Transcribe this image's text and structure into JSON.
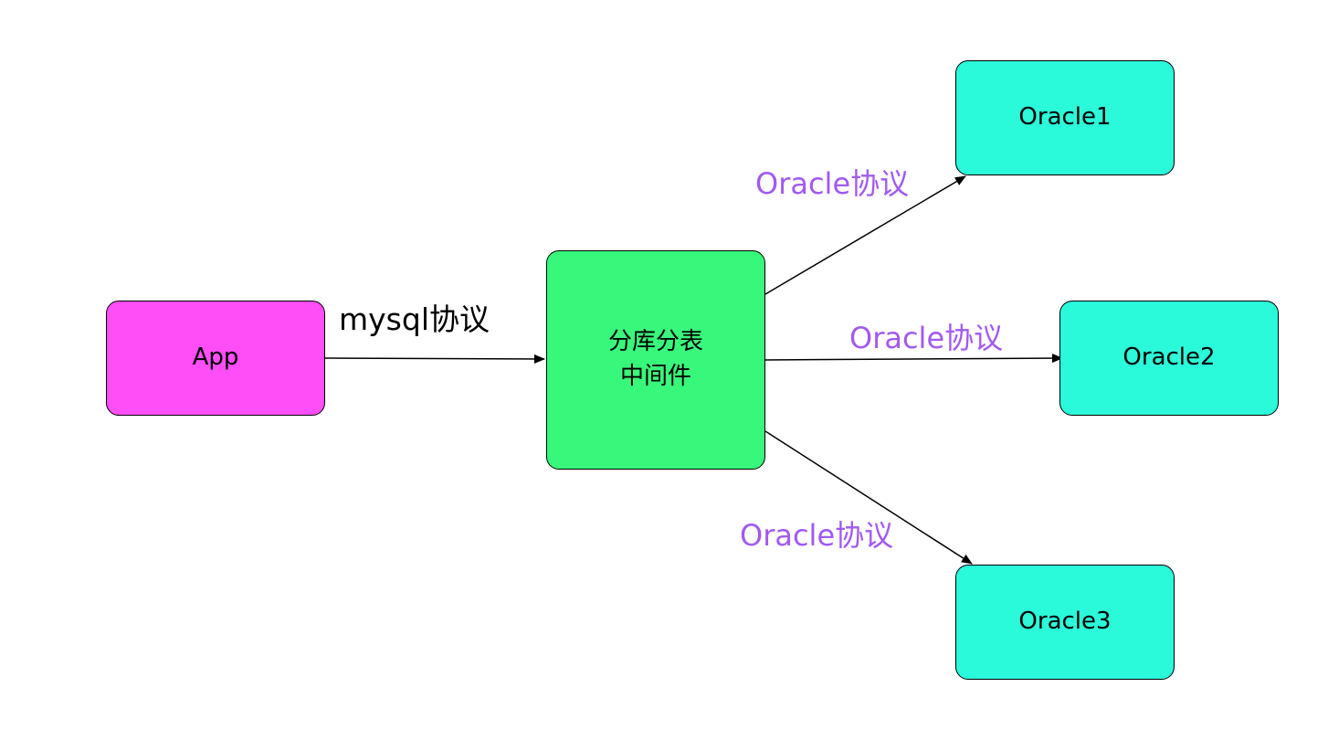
{
  "colors": {
    "app_fill": "#FF4DF8",
    "middleware_fill": "#38F87B",
    "oracle_fill": "#2BFADA",
    "oracle_label_color": "#A259F0",
    "mysql_label_color": "#000000",
    "line_color": "#000000"
  },
  "nodes": {
    "app": {
      "label": "App"
    },
    "middleware": {
      "line1": "分库分表",
      "line2": "中间件"
    },
    "oracle1": {
      "label": "Oracle1"
    },
    "oracle2": {
      "label": "Oracle2"
    },
    "oracle3": {
      "label": "Oracle3"
    }
  },
  "edges": {
    "app_to_middleware": {
      "label": "mysql协议"
    },
    "middleware_to_oracle1": {
      "label": "Oracle协议"
    },
    "middleware_to_oracle2": {
      "label": "Oracle协议"
    },
    "middleware_to_oracle3": {
      "label": "Oracle协议"
    }
  }
}
